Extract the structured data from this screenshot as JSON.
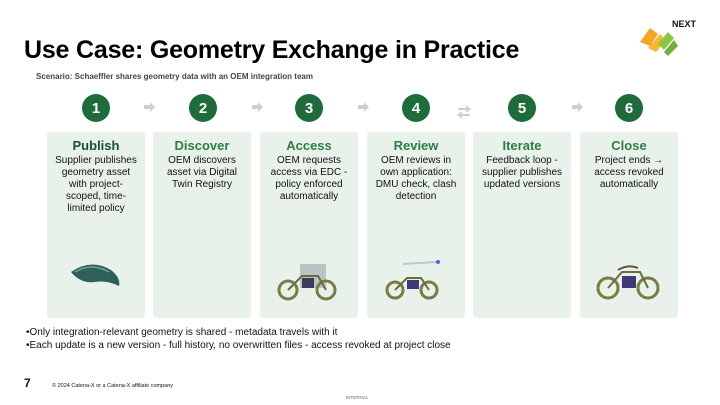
{
  "title": "Use Case: Geometry Exchange in Practice",
  "subtitle": "Scenario: Schaeffler shares geometry data with an OEM integration team",
  "logo": {
    "text": "NEXT",
    "icon": "catena-x-logo",
    "colors": [
      "#f5a623",
      "#8cc63f"
    ]
  },
  "steps": [
    {
      "num": "1",
      "title": "Publish",
      "desc": "Supplier publishes geometry asset with project-scoped, time-limited policy",
      "image": "bearing-part-image"
    },
    {
      "num": "2",
      "title": "Discover",
      "desc": "OEM discovers asset via Digital Twin Registry",
      "image": ""
    },
    {
      "num": "3",
      "title": "Access",
      "desc": "OEM requests access via EDC - policy enforced automatically",
      "image": "motorcycle-assembly-image"
    },
    {
      "num": "4",
      "title": "Review",
      "desc": "OEM reviews in own application: DMU check, clash detection",
      "image": "motorcycle-dmu-image"
    },
    {
      "num": "5",
      "title": "Iterate",
      "desc": "Feedback loop - supplier publishes updated versions",
      "image": ""
    },
    {
      "num": "6",
      "title": "Close",
      "desc": "Project ends → access revoked automatically",
      "image": "motorcycle-final-image"
    }
  ],
  "bullets": [
    "•Only integration-relevant geometry is shared - metadata travels with it",
    "•Each update is a new version - full history, no overwritten files - access revoked at project close"
  ],
  "page_number": "7",
  "footer": "© 2024 Catena-X or a Catena-X affiliate company",
  "classification": "INTERNAL",
  "colors": {
    "step_circle": "#1e6b3b",
    "card_bg": "#e9f2ea",
    "card_title": "#2e7d46"
  }
}
